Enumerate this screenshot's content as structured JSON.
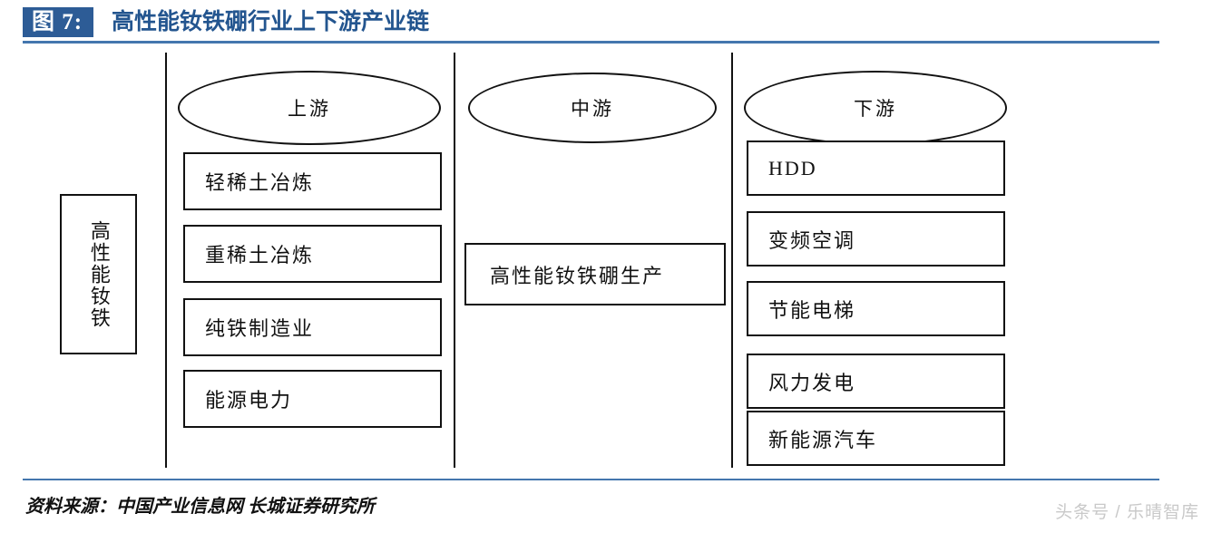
{
  "header": {
    "figure_label": "图 7:",
    "title": "高性能钕铁硼行业上下游产业链",
    "badge_color": "#2d5c96",
    "title_color": "#23558f",
    "rule_color": "#4476ae"
  },
  "diagram": {
    "left_label": "高性能钕铁",
    "columns": [
      {
        "stage": "上游",
        "items": [
          {
            "label": "轻稀土冶炼"
          },
          {
            "label": "重稀土冶炼"
          },
          {
            "label": "纯铁制造业"
          },
          {
            "label": "能源电力"
          }
        ]
      },
      {
        "stage": "中游",
        "items": [
          {
            "label": "高性能钕铁硼生产"
          }
        ]
      },
      {
        "stage": "下游",
        "items": [
          {
            "label": "HDD"
          },
          {
            "label": "变频空调"
          },
          {
            "label": "节能电梯"
          },
          {
            "label": "风力发电"
          },
          {
            "label": "新能源汽车"
          }
        ]
      }
    ]
  },
  "footer": {
    "source": "资料来源：中国产业信息网 长城证券研究所",
    "watermark": "头条号 / 乐晴智库"
  }
}
